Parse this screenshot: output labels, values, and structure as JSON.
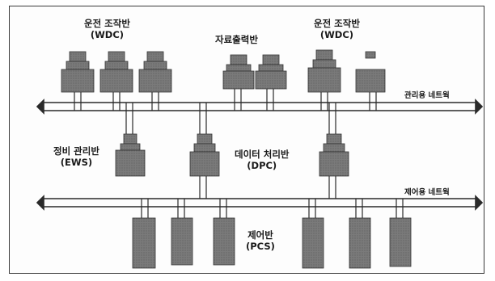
{
  "labels": {
    "wdc_left_title": "운전 조작반",
    "wdc_left_code": "(WDC)",
    "output_title": "자료출력반",
    "wdc_right_title": "운전 조작반",
    "wdc_right_code": "(WDC)",
    "mgmt_network": "관리용 네트웍",
    "ews_title": "정비 관리반",
    "ews_code": "(EWS)",
    "dpc_title": "데이터 처리반",
    "dpc_code": "(DPC)",
    "control_network": "제어용 네트웍",
    "pcs_title": "제어반",
    "pcs_code": "(PCS)"
  },
  "colors": {
    "device_body": "#6e6e6e",
    "device_dark": "#4a4a4a",
    "bus": "#2a2a2a",
    "frame": "#3a3a3a"
  }
}
